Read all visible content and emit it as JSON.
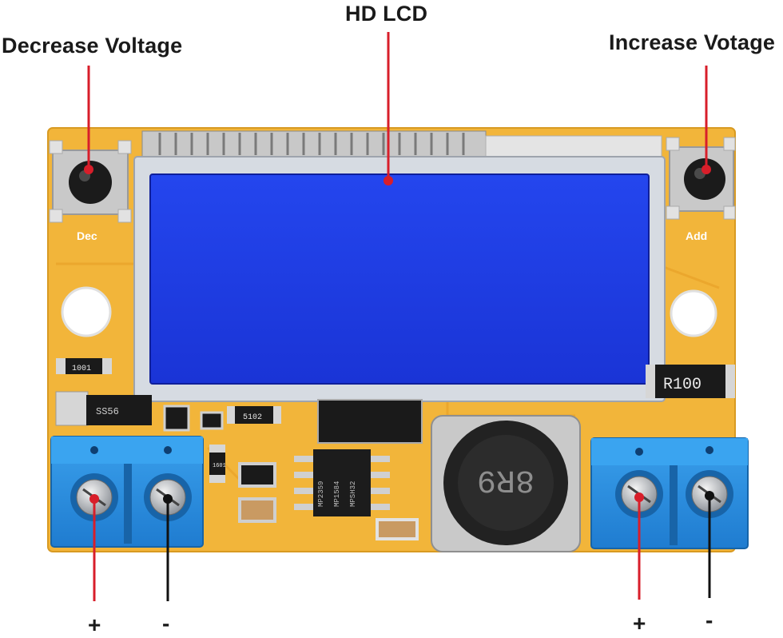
{
  "callouts": {
    "lcd": "HD LCD",
    "decrease": "Decrease Voltage",
    "increase": "Increase Votage"
  },
  "terminals": {
    "in_plus": "+",
    "in_minus": "-",
    "out_plus": "+",
    "out_minus": "-"
  },
  "board_text": {
    "btn_left": "Dec",
    "btn_right": "Add",
    "inductor": "8R9",
    "resistor_r100": "R100",
    "res_1001": "1001",
    "res_5102": "5102",
    "res_1601": "1601",
    "diode": "SS56",
    "chip_line1": "MP2359",
    "chip_line2": "MP1584",
    "chip_line3": "MPSH32"
  },
  "colors": {
    "pcb": "#f2b53a",
    "lcd": "#1f3ee6",
    "terminal": "#2b8fe0",
    "callout_red": "#d81e2a",
    "callout_black": "#111111"
  }
}
